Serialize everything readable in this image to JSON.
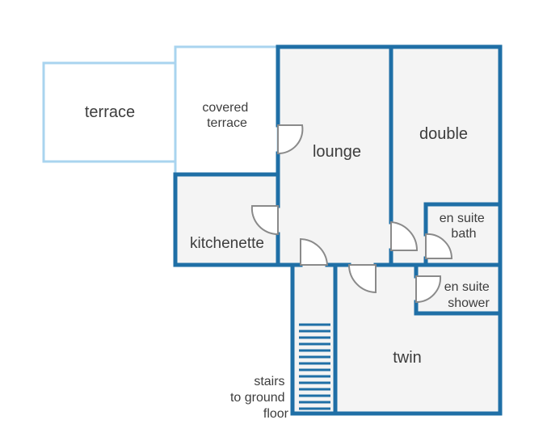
{
  "rooms": {
    "terrace": "terrace",
    "covered_terrace": [
      "covered",
      "terrace"
    ],
    "lounge": "lounge",
    "double": "double",
    "kitchenette": "kitchenette",
    "en_suite_bath": [
      "en suite",
      "bath"
    ],
    "en_suite_shower": [
      "en suite",
      "shower"
    ],
    "twin": "twin",
    "stairs": [
      "stairs",
      "to ground",
      "floor"
    ]
  },
  "colors": {
    "wall": "#1f6fa6",
    "outdoor_wall": "#a9d4ef",
    "floor": "#f4f4f4",
    "outdoor_floor": "#ffffff",
    "door": "#8a8a8a",
    "text": "#3d3d3d"
  }
}
